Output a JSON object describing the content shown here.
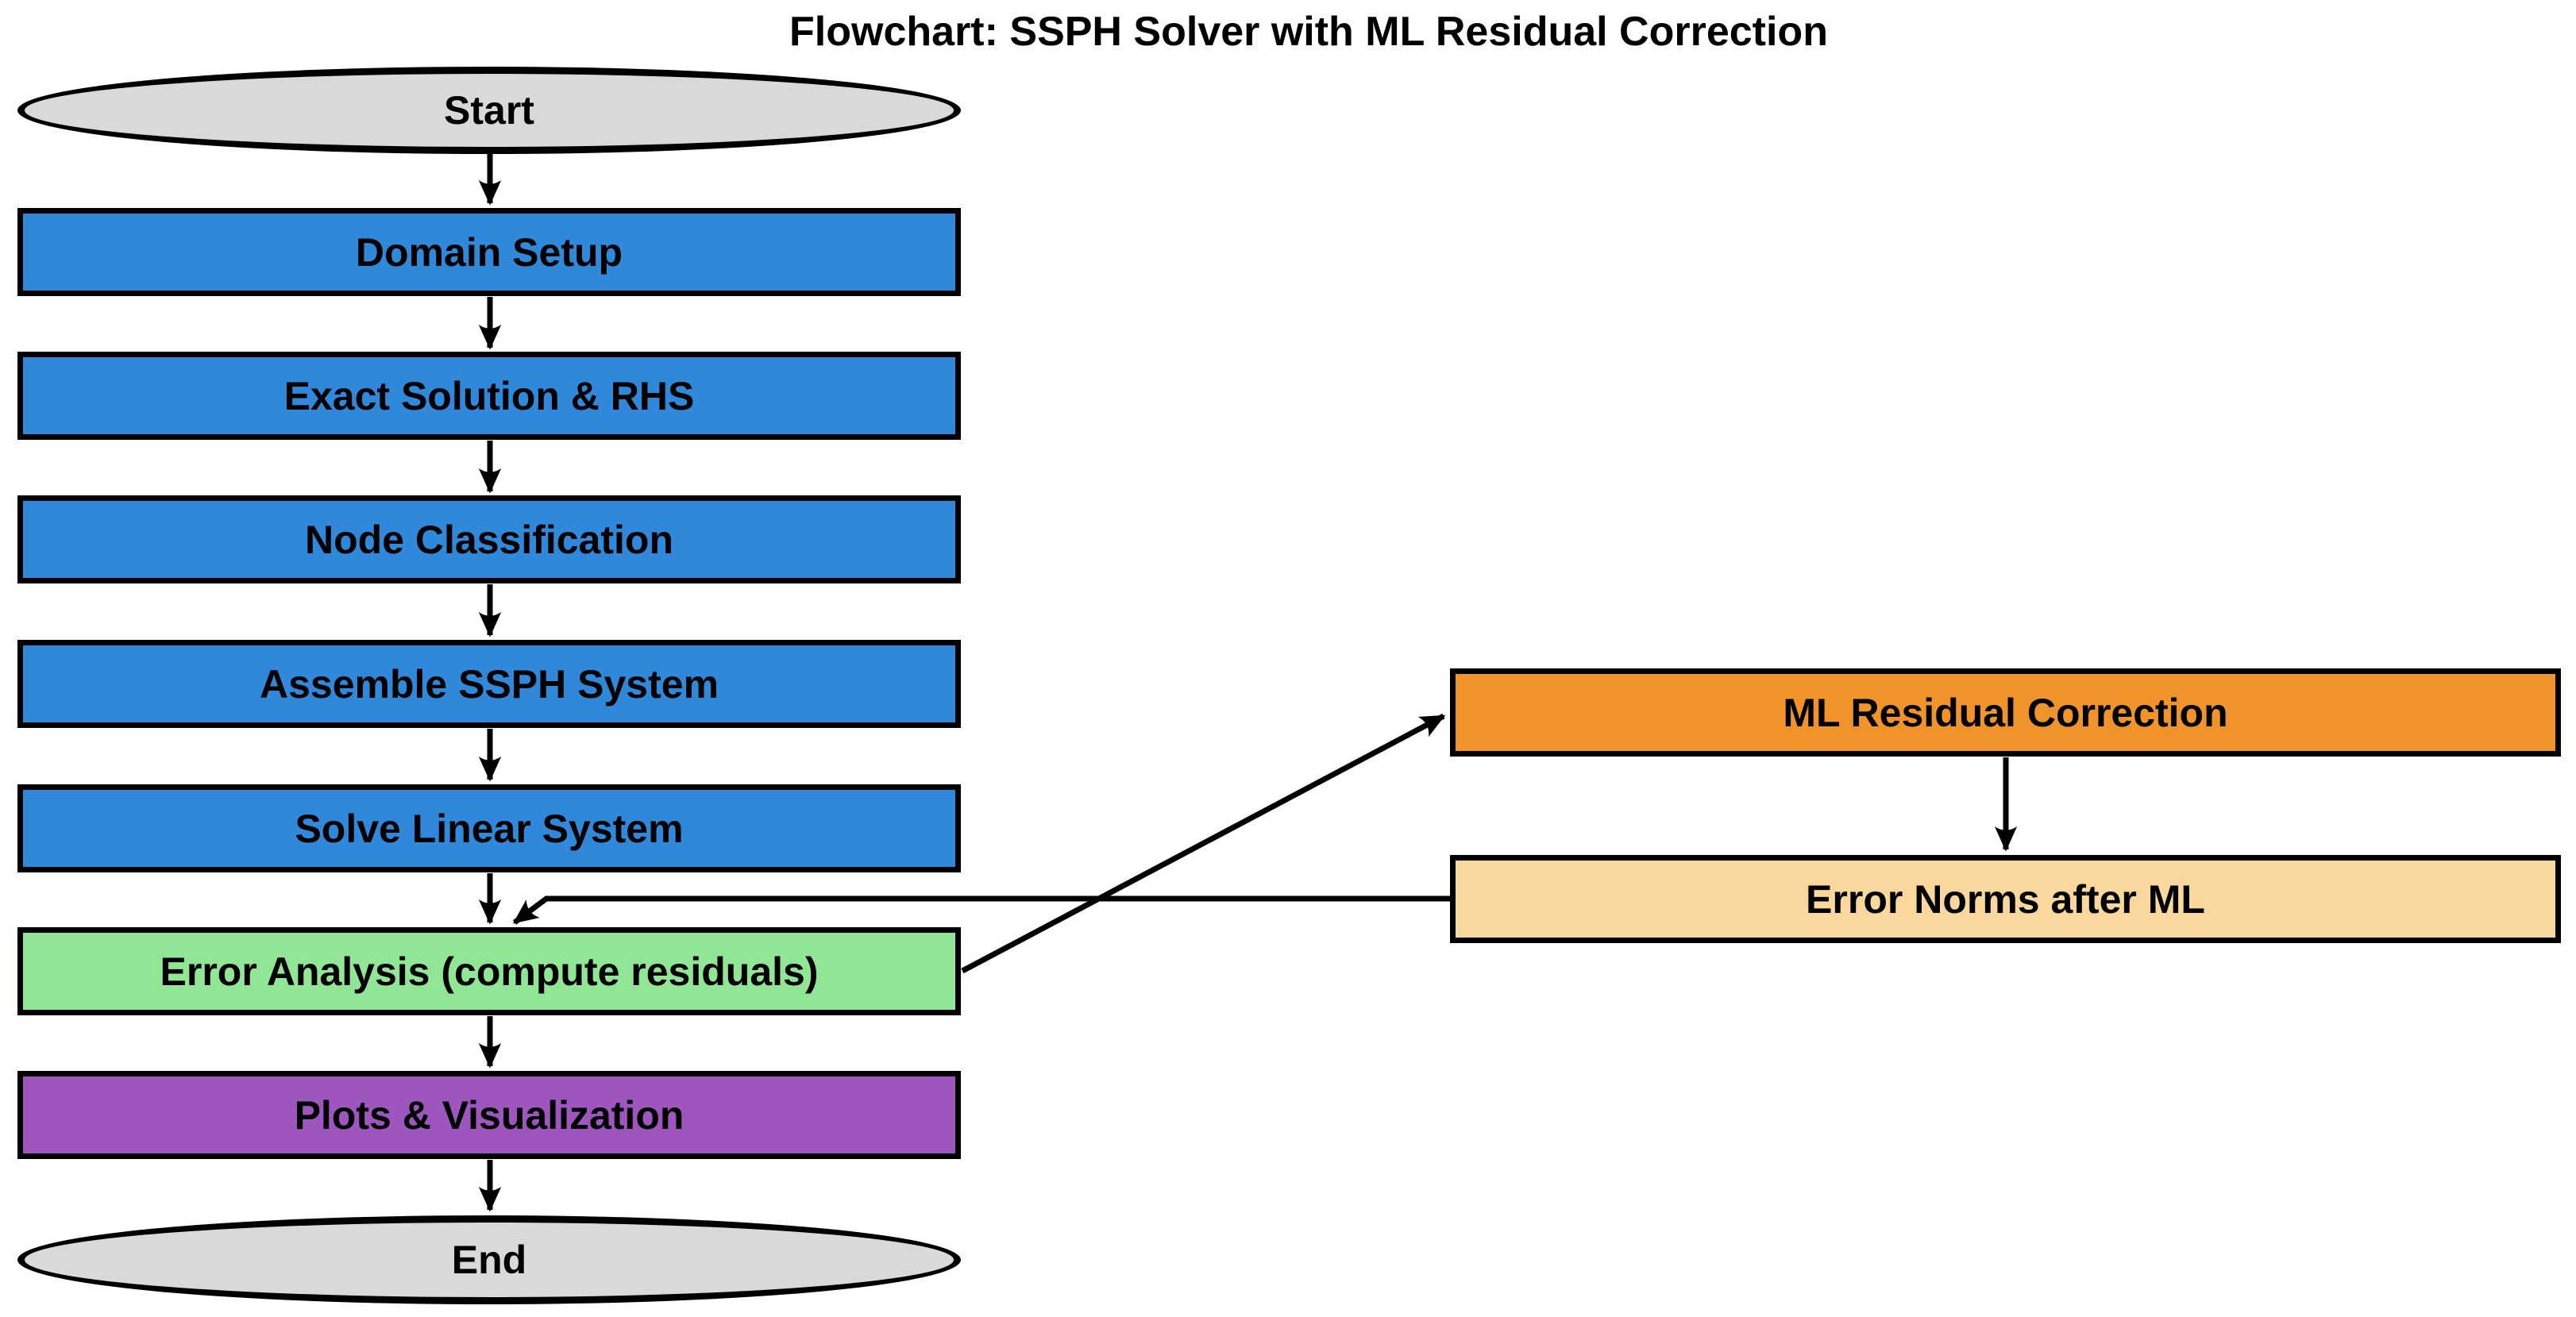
{
  "title": "Flowchart: SSPH Solver with ML Residual Correction",
  "colors": {
    "background": "#ffffff",
    "border": "#000000",
    "arrow": "#000000",
    "text": "#000000",
    "terminal_fill": "#d9d9d9",
    "process_fill": "#2f88da",
    "analysis_fill": "#90e694",
    "visualization_fill": "#9d56bd",
    "ml_fill": "#f0932b",
    "ml_result_fill": "#fad79c"
  },
  "nodes": [
    {
      "id": "start",
      "label": "Start",
      "shape": "ellipse",
      "fill": "#d9d9d9"
    },
    {
      "id": "domain-setup",
      "label": "Domain Setup",
      "shape": "rect",
      "fill": "#2f88da"
    },
    {
      "id": "exact-solution-rhs",
      "label": "Exact Solution & RHS",
      "shape": "rect",
      "fill": "#2f88da"
    },
    {
      "id": "node-classification",
      "label": "Node Classification",
      "shape": "rect",
      "fill": "#2f88da"
    },
    {
      "id": "assemble-ssph-system",
      "label": "Assemble SSPH System",
      "shape": "rect",
      "fill": "#2f88da"
    },
    {
      "id": "solve-linear-system",
      "label": "Solve Linear System",
      "shape": "rect",
      "fill": "#2f88da"
    },
    {
      "id": "error-analysis",
      "label": "Error Analysis (compute residuals)",
      "shape": "rect",
      "fill": "#90e694"
    },
    {
      "id": "plots-visualization",
      "label": "Plots & Visualization",
      "shape": "rect",
      "fill": "#9d56bd"
    },
    {
      "id": "end",
      "label": "End",
      "shape": "ellipse",
      "fill": "#d9d9d9"
    },
    {
      "id": "ml-residual-correction",
      "label": "ML Residual Correction",
      "shape": "rect",
      "fill": "#f0932b"
    },
    {
      "id": "error-norms-after-ml",
      "label": "Error Norms after ML",
      "shape": "rect",
      "fill": "#fad79c"
    }
  ],
  "edges": [
    {
      "from": "start",
      "to": "domain-setup"
    },
    {
      "from": "domain-setup",
      "to": "exact-solution-rhs"
    },
    {
      "from": "exact-solution-rhs",
      "to": "node-classification"
    },
    {
      "from": "node-classification",
      "to": "assemble-ssph-system"
    },
    {
      "from": "assemble-ssph-system",
      "to": "solve-linear-system"
    },
    {
      "from": "solve-linear-system",
      "to": "error-analysis"
    },
    {
      "from": "error-analysis",
      "to": "plots-visualization"
    },
    {
      "from": "plots-visualization",
      "to": "end"
    },
    {
      "from": "error-analysis",
      "to": "ml-residual-correction"
    },
    {
      "from": "ml-residual-correction",
      "to": "error-norms-after-ml"
    },
    {
      "from": "error-norms-after-ml",
      "to": "error-analysis"
    }
  ]
}
